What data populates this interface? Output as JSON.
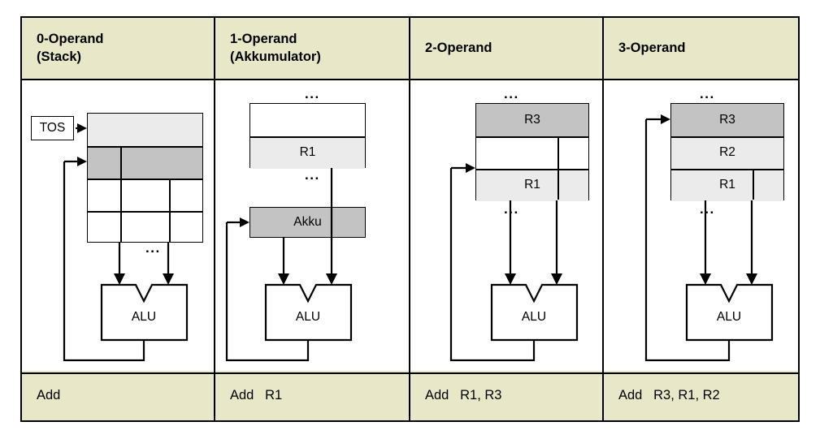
{
  "diagram": {
    "title_implicit": "Operand addressing formats",
    "colors": {
      "header_bg": "#e8e8c8",
      "footer_bg": "#e8e8c8",
      "cell_light": "#ebebeb",
      "cell_medium": "#c3c3c3",
      "cell_white": "#ffffff",
      "line": "#000000"
    },
    "ellipsis": "...",
    "alu_label": "ALU",
    "columns": [
      {
        "id": "col0",
        "header_line1": "0-Operand",
        "header_line2": "(Stack)",
        "instruction": "Add",
        "pointer_label": "TOS",
        "cells": [
          {
            "label": "",
            "fill": "light"
          },
          {
            "label": "",
            "fill": "medium"
          },
          {
            "label": "",
            "fill": "white"
          },
          {
            "label": "",
            "fill": "white"
          }
        ]
      },
      {
        "id": "col1",
        "header_line1": "1-Operand",
        "header_line2": "(Akkumulator)",
        "instruction": "Add   R1",
        "accumulator_label": "Akku",
        "cells": [
          {
            "label": "",
            "fill": "white"
          },
          {
            "label": "R1",
            "fill": "light"
          }
        ]
      },
      {
        "id": "col2",
        "header_line1": "2-Operand",
        "header_line2": "",
        "instruction": "Add   R1, R3",
        "cells": [
          {
            "label": "R3",
            "fill": "medium"
          },
          {
            "label": "",
            "fill": "white"
          },
          {
            "label": "R1",
            "fill": "light"
          }
        ]
      },
      {
        "id": "col3",
        "header_line1": "3-Operand",
        "header_line2": "",
        "instruction": "Add   R3, R1, R2",
        "cells": [
          {
            "label": "R3",
            "fill": "medium"
          },
          {
            "label": "R2",
            "fill": "light"
          },
          {
            "label": "R1",
            "fill": "light"
          }
        ]
      }
    ]
  }
}
